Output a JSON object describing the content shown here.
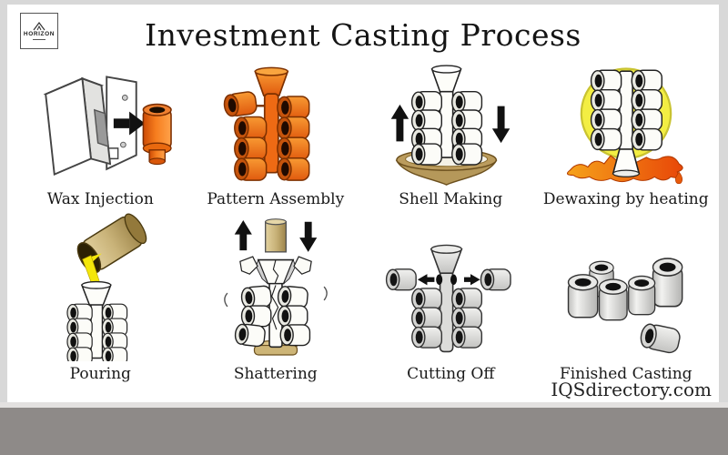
{
  "header": {
    "logo_brand": "HORIZON",
    "title": "Investment Casting Process"
  },
  "steps": [
    {
      "label": "Wax Injection"
    },
    {
      "label": "Pattern Assembly"
    },
    {
      "label": "Shell Making"
    },
    {
      "label": "Dewaxing by heating"
    },
    {
      "label": "Pouring"
    },
    {
      "label": "Shattering"
    },
    {
      "label": "Cutting Off"
    },
    {
      "label": "Finished Casting"
    }
  ],
  "footer": {
    "watermark": "IQSdirectory.com"
  },
  "palette": {
    "wax_orange": "#ee6a14",
    "slurry_tan": "#b5985a",
    "heat_yellow": "#f3ee43",
    "molten_orange": "#e85a0a",
    "metal_gray": "#d6d6d4",
    "frame_gray": "#d8d8d8",
    "footer_gray": "#8e8a88"
  }
}
